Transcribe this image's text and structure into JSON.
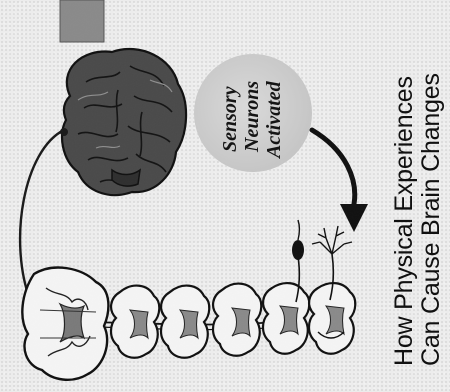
{
  "title": {
    "line1": "How Physical Experiences",
    "line2": "Can Cause Brain Changes"
  },
  "caption": {
    "line1": "Sensory",
    "line2": "Neurons",
    "line3": "Activated"
  },
  "colors": {
    "background": "#ededed",
    "ink": "#111111",
    "caption_circle": "#c9c9c9",
    "marker_square": "#8a8a8a"
  },
  "icons": [
    "brain-icon",
    "spinal-cord-icon",
    "sensory-neuron-icon",
    "pathway-arrow-icon",
    "gray-square-marker"
  ]
}
